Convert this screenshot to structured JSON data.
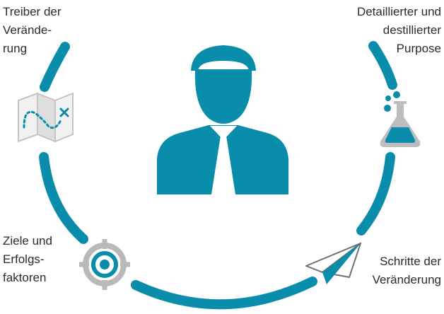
{
  "colors": {
    "primary": "#0a8cab",
    "gray": "#b9b9b9",
    "light_gray": "#e6e6e6",
    "text": "#2b2b2b"
  },
  "labels": {
    "top_left": [
      "Treiber der",
      "Verände-",
      "rung"
    ],
    "top_right": [
      "Detaillierter und",
      "destillierter",
      "Purpose"
    ],
    "bottom_left": [
      "Ziele und",
      "Erfolgs-",
      "faktoren"
    ],
    "bottom_right": [
      "Schritte der",
      "Veränderung"
    ]
  },
  "icons": {
    "center": "businessman-icon",
    "top_left": "treasure-map-icon",
    "top_right": "flask-icon",
    "bottom_left": "target-icon",
    "bottom_right": "paper-plane-icon"
  }
}
